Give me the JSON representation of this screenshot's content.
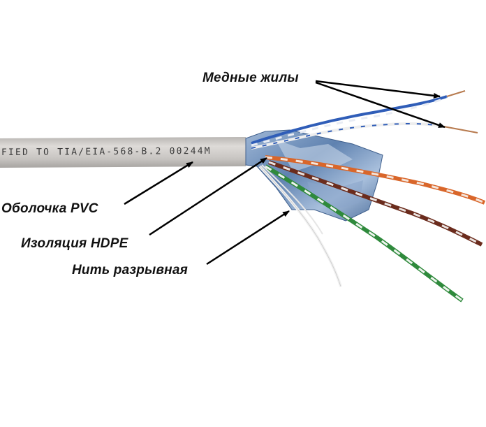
{
  "jacket_print": "FIED TO TIA/EIA-568-B.2 00244M",
  "labels": {
    "copper": "Медные жилы",
    "pvc": "Оболочка PVC",
    "hdpe": "Изоляция HDPE",
    "ripcord": "Нить разрывная"
  },
  "colors": {
    "jacket": "#c9c6c3",
    "foil": "#6f8fb8",
    "blue_pair": "#2f5db8",
    "orange_pair": "#d9662a",
    "brown_pair": "#6b2c1d",
    "green_pair": "#2f8a3c",
    "copper": "#b77a4e",
    "arrow": "#000000"
  }
}
